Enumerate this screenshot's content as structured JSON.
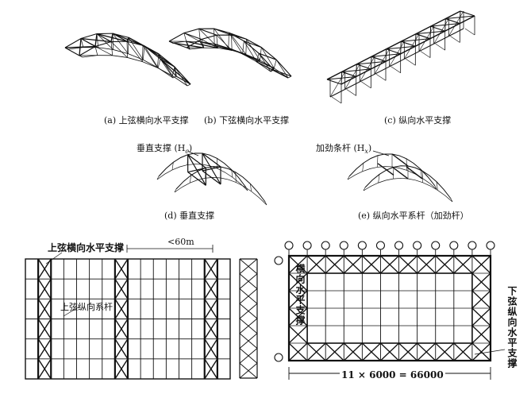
{
  "captions": {
    "a": "(a) 上弦横向水平支撑",
    "b": "(b) 下弦横向水平支撑",
    "c": "(c) 纵向水平支撑",
    "d": "(d) 垂直支撑",
    "e": "(e) 纵向水平系杆（加劲杆）"
  },
  "labels": {
    "vertical_brace": "垂直支撑 (H",
    "vertical_brace_sub": "c",
    "vertical_brace_end": ")",
    "stiffener": "加劲条杆 (H",
    "stiffener_sub": "x",
    "stiffener_end": ")",
    "top_chord_transverse": "上弦横向水平支撑",
    "span_note": "<60m",
    "top_chord_longitudinal": "上弦纵向系杆",
    "transverse_horizontal": "横向水平支撑",
    "bottom_longitudinal": "下弦纵向水平支撑",
    "dimension": "11 × 6000 = 66000"
  }
}
